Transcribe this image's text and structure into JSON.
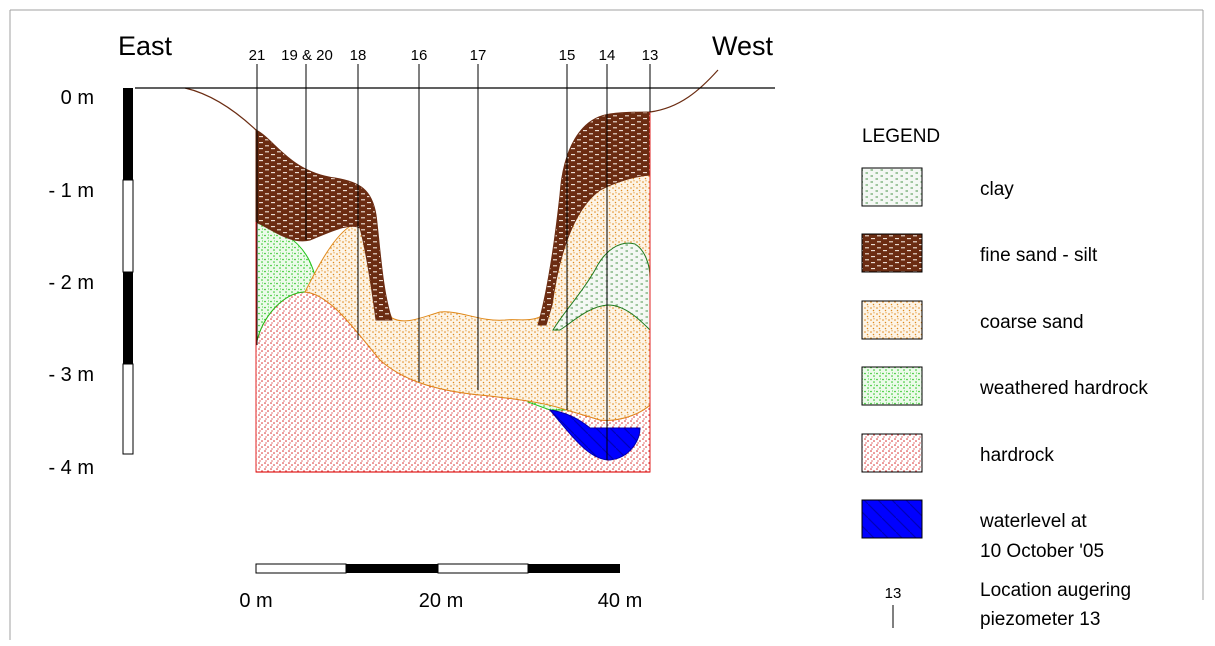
{
  "directions": {
    "east": "East",
    "west": "West"
  },
  "depth_scale": [
    "0 m",
    "- 1 m",
    "- 2 m",
    "- 3 m",
    "- 4 m"
  ],
  "distance_scale": [
    "0 m",
    "20 m",
    "40 m"
  ],
  "augerings": [
    "21",
    "19 & 20",
    "18",
    "16",
    "17",
    "15",
    "14",
    "13"
  ],
  "legend": {
    "title": "LEGEND",
    "items": [
      {
        "label": "clay",
        "color": "#1f7a1f"
      },
      {
        "label": "fine sand - silt",
        "color": "#6b2c12"
      },
      {
        "label": "coarse sand",
        "color": "#e08a1c"
      },
      {
        "label": "weathered hardrock",
        "color": "#22c21b"
      },
      {
        "label": "hardrock",
        "color": "#d41a1a"
      },
      {
        "label": "waterlevel at",
        "label2": "10 October '05",
        "color": "#0000ff"
      }
    ],
    "location_number": "13",
    "location_label": "Location augering",
    "location_label2": "piezometer 13"
  }
}
